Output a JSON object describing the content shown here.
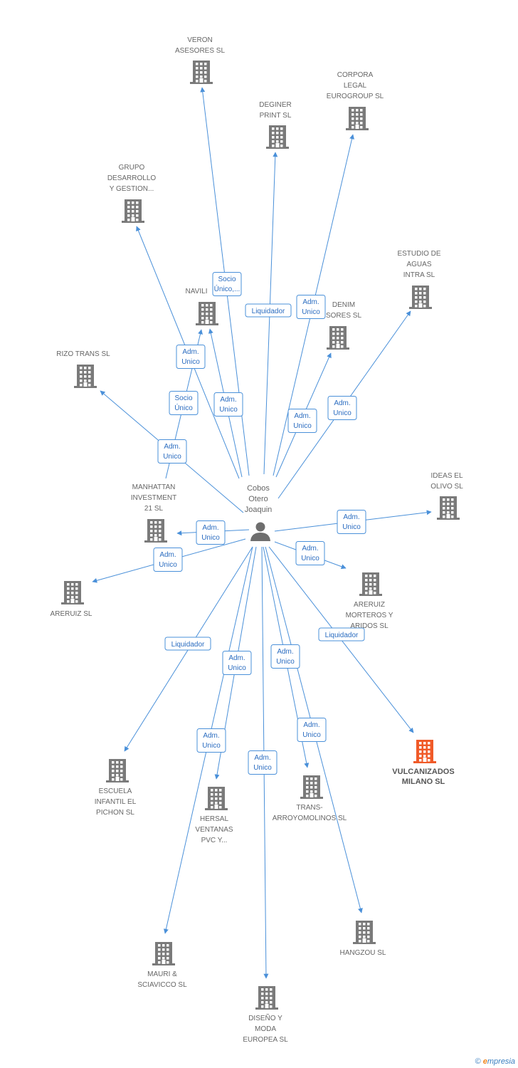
{
  "colors": {
    "edge": "#4a90d9",
    "building": "#7a7a7a",
    "highlight": "#f05a28",
    "person": "#6e6e6e"
  },
  "person": {
    "name_lines": [
      "Cobos",
      "Otero",
      "Joaquin"
    ],
    "icon": "person-icon"
  },
  "companies": [
    {
      "id": "veron",
      "lines": [
        "VERON",
        "ASESORES SL"
      ]
    },
    {
      "id": "corpora",
      "lines": [
        "CORPORA",
        "LEGAL",
        "EUROGROUP SL"
      ]
    },
    {
      "id": "deginer",
      "lines": [
        "DEGINER",
        "PRINT SL"
      ]
    },
    {
      "id": "grupo",
      "lines": [
        "GRUPO",
        "DESARROLLO",
        "Y GESTION..."
      ]
    },
    {
      "id": "estudio",
      "lines": [
        "ESTUDIO DE",
        "AGUAS",
        "INTRA  SL"
      ]
    },
    {
      "id": "navili",
      "lines": [
        "NAVILI"
      ]
    },
    {
      "id": "denim",
      "lines": [
        "DENIM",
        "SORES SL"
      ]
    },
    {
      "id": "rizo",
      "lines": [
        "RIZO TRANS SL"
      ]
    },
    {
      "id": "manhattan",
      "lines": [
        "MANHATTAN",
        "INVESTMENT",
        "21 SL"
      ]
    },
    {
      "id": "ideas",
      "lines": [
        "IDEAS EL",
        "OLIVO SL"
      ]
    },
    {
      "id": "areruiz",
      "lines": [
        "ARERUIZ SL"
      ]
    },
    {
      "id": "areruiz_mort",
      "lines": [
        "ARERUIZ",
        "MORTEROS Y",
        "ARIDOS SL"
      ]
    },
    {
      "id": "vulcanizados",
      "lines": [
        "VULCANIZADOS",
        "MILANO SL"
      ],
      "highlight": true
    },
    {
      "id": "escuela",
      "lines": [
        "ESCUELA",
        "INFANTIL EL",
        "PICHON SL"
      ]
    },
    {
      "id": "hersal",
      "lines": [
        "HERSAL",
        "VENTANAS",
        "PVC Y..."
      ]
    },
    {
      "id": "trans",
      "lines": [
        "TRANS-",
        "ARROYOMOLINOS SL"
      ]
    },
    {
      "id": "hangzou",
      "lines": [
        "HANGZOU SL"
      ]
    },
    {
      "id": "mauri",
      "lines": [
        "MAURI &",
        "SCIAVICCO SL"
      ]
    },
    {
      "id": "diseno",
      "lines": [
        "DISEÑO Y",
        "MODA",
        "EUROPEA SL"
      ]
    }
  ],
  "edges": [
    {
      "to": "veron",
      "label": [
        "Socio",
        "Único,..."
      ]
    },
    {
      "to": "deginer",
      "label": [
        "Liquidador"
      ]
    },
    {
      "to": "corpora",
      "label": [
        "Adm.",
        "Unico"
      ]
    },
    {
      "to": "grupo",
      "label": [
        "Adm.",
        "Unico"
      ]
    },
    {
      "to": "navili",
      "label": [
        "Socio",
        "Único"
      ]
    },
    {
      "to": "navili",
      "label": [
        "Adm.",
        "Unico"
      ]
    },
    {
      "to": "denim",
      "label": [
        "Adm.",
        "Unico"
      ]
    },
    {
      "to": "estudio",
      "label": [
        "Adm.",
        "Unico"
      ]
    },
    {
      "to": "rizo",
      "label": [
        "Adm.",
        "Unico"
      ]
    },
    {
      "to": "manhattan",
      "label": [
        "Adm.",
        "Unico"
      ]
    },
    {
      "to": "areruiz",
      "label": [
        "Adm.",
        "Unico"
      ]
    },
    {
      "to": "ideas",
      "label": [
        "Adm.",
        "Unico"
      ]
    },
    {
      "to": "areruiz_mort",
      "label": [
        "Adm.",
        "Unico"
      ]
    },
    {
      "to": "vulcanizados",
      "label": [
        "Liquidador"
      ]
    },
    {
      "to": "escuela",
      "label": [
        "Liquidador"
      ]
    },
    {
      "to": "hersal",
      "label": [
        "Adm.",
        "Unico"
      ]
    },
    {
      "to": "mauri",
      "label": [
        "Adm.",
        "Unico"
      ]
    },
    {
      "to": "diseno",
      "label": [
        "Adm.",
        "Unico"
      ]
    },
    {
      "to": "trans",
      "label": [
        "Adm.",
        "Unico"
      ]
    },
    {
      "to": "hangzou",
      "label": [
        "Adm.",
        "Unico"
      ]
    }
  ],
  "watermark": {
    "copy": "©",
    "brand_e": "e",
    "brand_rest": "mpresia"
  }
}
